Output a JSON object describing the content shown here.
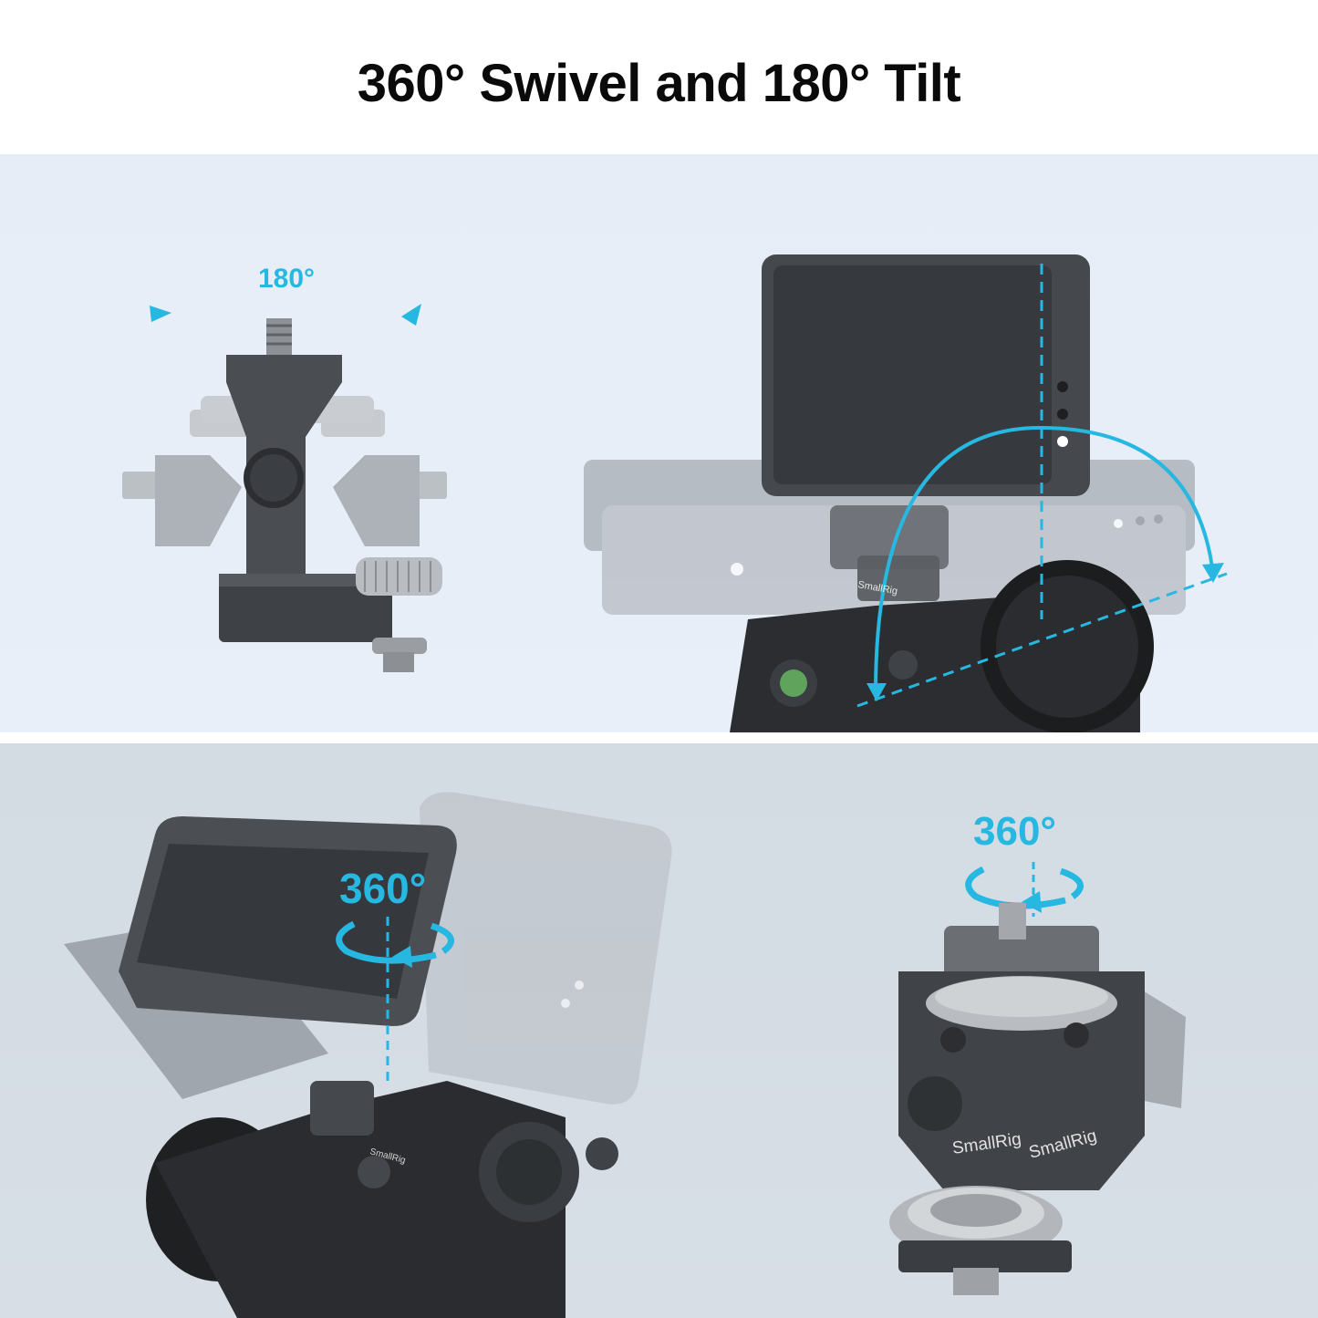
{
  "title": "360° Swivel and 180° Tilt",
  "colors": {
    "accent": "#27b8e2",
    "title_text": "#0a0a0a",
    "top_panel_bg": "#e6edf7",
    "bottom_panel_bg": "#d3dbe3",
    "product_dark": "#3a3d42",
    "product_ghost": "#9ea3aa"
  },
  "panels": {
    "top": {
      "left_illustration": {
        "label": "180°",
        "icon": "tilt-range-arrows-icon",
        "subject": "monitor-mount-tilt-positions"
      },
      "right_illustration": {
        "icon": "tilt-arc-arrow-icon",
        "subject": "monitor-on-camera-tilting",
        "brand_mark": "SmallRig"
      }
    },
    "bottom": {
      "left_illustration": {
        "label": "360°",
        "icon": "swivel-rotation-arrow-icon",
        "subject": "monitor-on-camera-swiveling",
        "brand_mark": "SmallRig"
      },
      "right_illustration": {
        "label": "360°",
        "icon": "swivel-rotation-arrow-icon",
        "subject": "monitor-mount-closeup",
        "brand_marks": [
          "SmallRig",
          "SmallRig"
        ]
      }
    }
  }
}
